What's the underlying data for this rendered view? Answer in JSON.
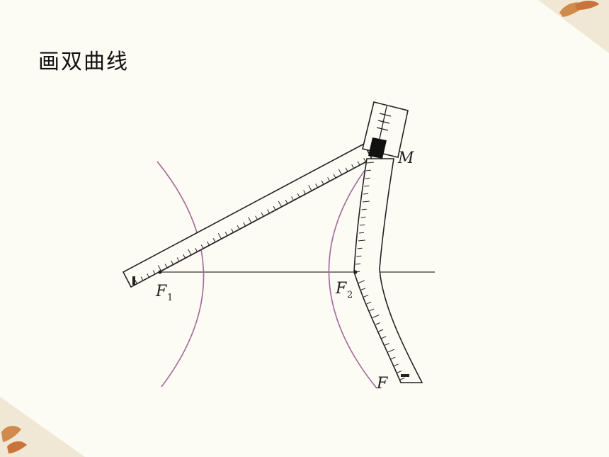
{
  "title": "画双曲线",
  "labels": {
    "f1": "F",
    "f1_sub": "1",
    "f2": "F",
    "f2_sub": "2",
    "m": "M",
    "f": "F"
  },
  "colors": {
    "curve": "#a36a98",
    "line": "#333333",
    "background": "#fcfcf4",
    "accent": "#d08a4c"
  }
}
